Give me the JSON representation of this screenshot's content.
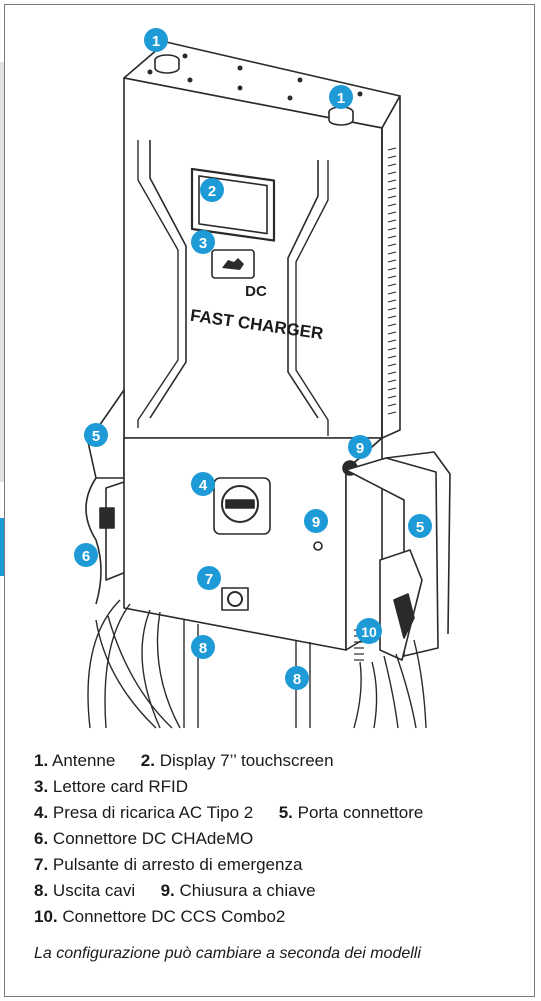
{
  "device": {
    "label_line1": "DC",
    "label_line2": "FAST CHARGER"
  },
  "callouts": [
    {
      "id": "c1a",
      "number": "1"
    },
    {
      "id": "c1b",
      "number": "1"
    },
    {
      "id": "c2",
      "number": "2"
    },
    {
      "id": "c3",
      "number": "3"
    },
    {
      "id": "c4",
      "number": "4"
    },
    {
      "id": "c5a",
      "number": "5"
    },
    {
      "id": "c5b",
      "number": "5"
    },
    {
      "id": "c6",
      "number": "6"
    },
    {
      "id": "c7",
      "number": "7"
    },
    {
      "id": "c8a",
      "number": "8"
    },
    {
      "id": "c8b",
      "number": "8"
    },
    {
      "id": "c9a",
      "number": "9"
    },
    {
      "id": "c9b",
      "number": "9"
    },
    {
      "id": "c10",
      "number": "10"
    }
  ],
  "legend": [
    {
      "num": "1.",
      "text": "Antenne"
    },
    {
      "num": "2.",
      "text": "Display 7’’ touchscreen"
    },
    {
      "num": "3.",
      "text": "Lettore card RFID"
    },
    {
      "num": "4.",
      "text": "Presa di ricarica AC Tipo 2"
    },
    {
      "num": "5.",
      "text": "Porta connettore"
    },
    {
      "num": "6.",
      "text": "Connettore DC CHAdeMO"
    },
    {
      "num": "7.",
      "text": "Pulsante di arresto di emergenza"
    },
    {
      "num": "8.",
      "text": "Uscita cavi"
    },
    {
      "num": "9.",
      "text": "Chiusura a chiave"
    },
    {
      "num": "10.",
      "text": "Connettore DC CCS Combo2"
    }
  ],
  "note": "La configurazione può cambiare a seconda dei modelli",
  "colors": {
    "badge": "#1e9ad6",
    "outline": "#2a2a2a",
    "frame": "#7a7a7a"
  }
}
